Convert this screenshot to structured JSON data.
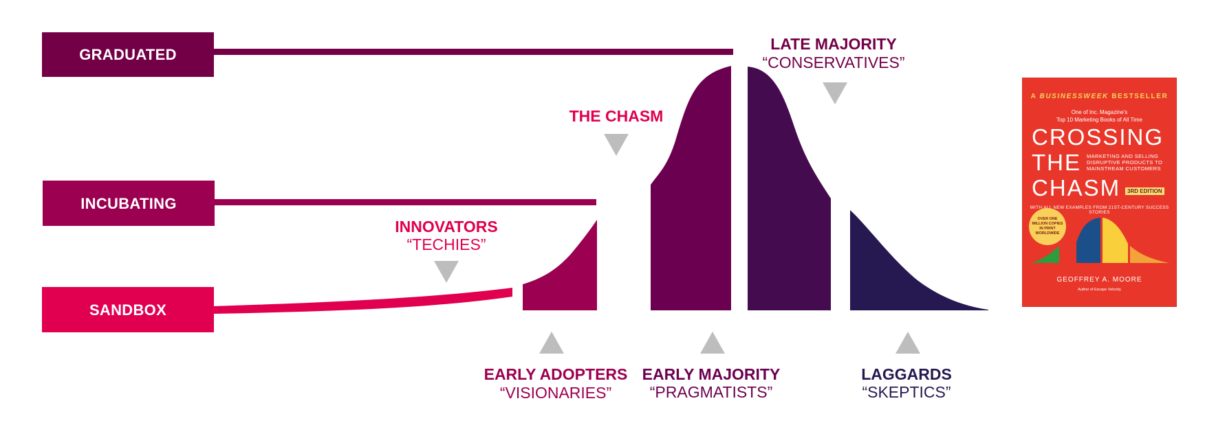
{
  "colors": {
    "graduated": "#730047",
    "incubating": "#9c0050",
    "sandbox": "#e0004f",
    "early_majority": "#6b0050",
    "late_majority": "#440b4e",
    "laggards": "#261850",
    "arrow": "#bdbdbd",
    "book_red": "#e8372a"
  },
  "stages": {
    "graduated": "GRADUATED",
    "incubating": "INCUBATING",
    "sandbox": "SANDBOX"
  },
  "segments": {
    "innovators": {
      "title": "INNOVATORS",
      "sub": "“TECHIES”"
    },
    "chasm": {
      "title": "THE CHASM"
    },
    "late_majority": {
      "title": "LATE MAJORITY",
      "sub": "“CONSERVATIVES”"
    },
    "early_adopters": {
      "title": "EARLY ADOPTERS",
      "sub": "“VISIONARIES”"
    },
    "early_majority": {
      "title": "EARLY MAJORITY",
      "sub": "“PRAGMATISTS”"
    },
    "laggards": {
      "title": "LAGGARDS",
      "sub": "“SKEPTICS”"
    }
  },
  "book": {
    "top_line_pre": "A",
    "top_line_brand": "BUSINESSWEEK",
    "top_line_post": "BESTSELLER",
    "rank_line1": "One of Inc. Magazine's",
    "rank_line2": "Top 10 Marketing Books of All Time",
    "title_line1": "CROSSING",
    "title_line2": "THE",
    "title_line3": "CHASM",
    "subtitle": "MARKETING AND SELLING DISRUPTIVE PRODUCTS TO MAINSTREAM CUSTOMERS",
    "edition": "3RD EDITION",
    "new_examples": "WITH ALL NEW EXAMPLES FROM 21ST-CENTURY SUCCESS STORIES",
    "badge": "OVER ONE MILLION COPIES IN PRINT WORLDWIDE",
    "author": "GEOFFREY A. MOORE",
    "author_sub": "Author of Escape Velocity"
  }
}
